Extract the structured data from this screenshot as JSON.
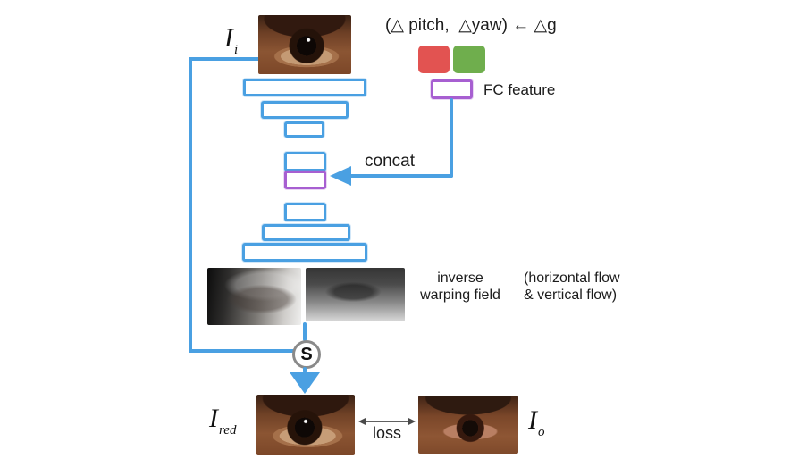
{
  "figure": {
    "input_label": {
      "base": "I",
      "sub": "i"
    },
    "gaze_formula": "(△ pitch,  △yaw) ← △g",
    "fc_feature_label": "FC feature",
    "concat_label": "concat",
    "warp_caption": {
      "line1": "inverse",
      "line2": "warping field"
    },
    "flow_caption": {
      "line1": "(horizontal flow",
      "line2": "& vertical flow)"
    },
    "sampler_label": "S",
    "loss_label": "loss",
    "redirected_label": {
      "base": "I",
      "sub": "red"
    },
    "target_label": {
      "base": "I",
      "sub": "o"
    }
  },
  "colors": {
    "sketch-blue": "#4aa0e2",
    "sketch-purple": "#a75fd1",
    "pitch-red": "#e25351",
    "yaw-green": "#6fae4d",
    "node-gray": "#8a8a8a",
    "arrow-gray": "#4a4a4a"
  }
}
